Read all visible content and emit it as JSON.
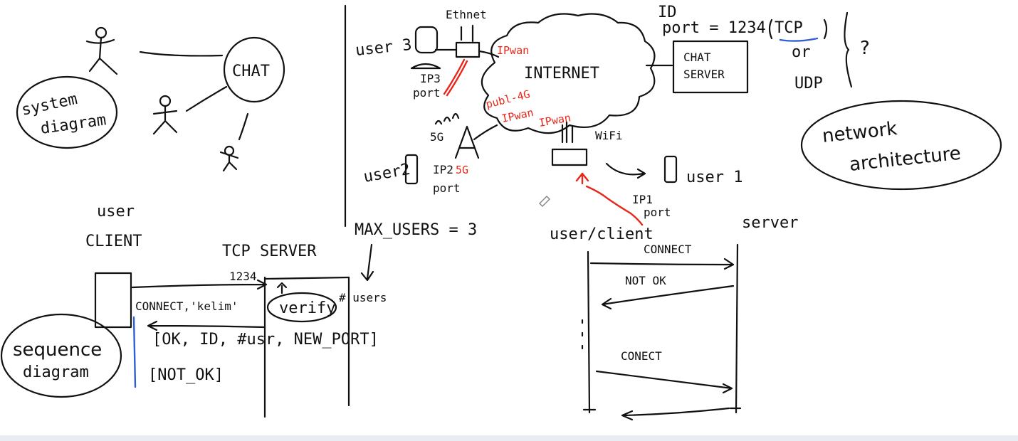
{
  "system": {
    "label_line1": "system",
    "label_line2": "diagram",
    "chat": "CHAT"
  },
  "network": {
    "user3": "user 3",
    "ethernet": "Ethnet",
    "ip3": "IP3",
    "port3": "port",
    "internet": "INTERNET",
    "ipwan_top": "IPwan",
    "public_ip": "publ-4G",
    "ipwan_left": "IPwan",
    "ipwan_mid": "IPwan",
    "five_g": "5G",
    "user2": "user2",
    "ip2": "IP2",
    "ip2_suffix": "5G",
    "port2": "port",
    "wifi": "WiFi",
    "user1": "user 1",
    "ip1": "IP1",
    "port1": "port",
    "id_label": "ID",
    "port_label": "port = 1234",
    "tcp": "TCP",
    "or": "or",
    "udp": "UDP",
    "question": "?",
    "chat_server_line1": "CHAT",
    "chat_server_line2": "SERVER",
    "label_line1": "network",
    "label_line2": "architecture"
  },
  "sequence": {
    "user_client_line1": "user",
    "user_client_line2": "CLIENT",
    "tcp_server": "TCP  SERVER",
    "max_users": "MAX_USERS = 3",
    "port_1234": "1234",
    "connect_msg": "CONNECT,'kelim'",
    "verify": "verify",
    "users": "# users",
    "ok_reply": "[OK, ID, #usr,  NEW_PORT]",
    "not_ok_reply": "[NOT_OK]",
    "label_line1": "sequence",
    "label_line2": "diagram"
  },
  "sequence2": {
    "client": "user/client",
    "server": "server",
    "connect": "CONNECT",
    "not_ok": "NOT OK",
    "connect2": "CONECT"
  }
}
